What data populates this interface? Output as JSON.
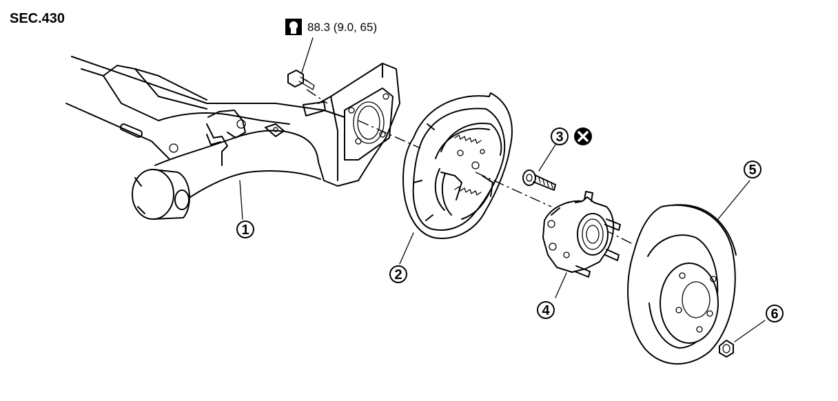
{
  "section_code": "SEC.430",
  "torque_spec": "88.3 (9.0, 65)",
  "icons": {
    "torque": "torque-wrench-icon",
    "replace": "do-not-reuse-icon"
  },
  "callouts": [
    "1",
    "2",
    "3",
    "4",
    "5",
    "6"
  ]
}
